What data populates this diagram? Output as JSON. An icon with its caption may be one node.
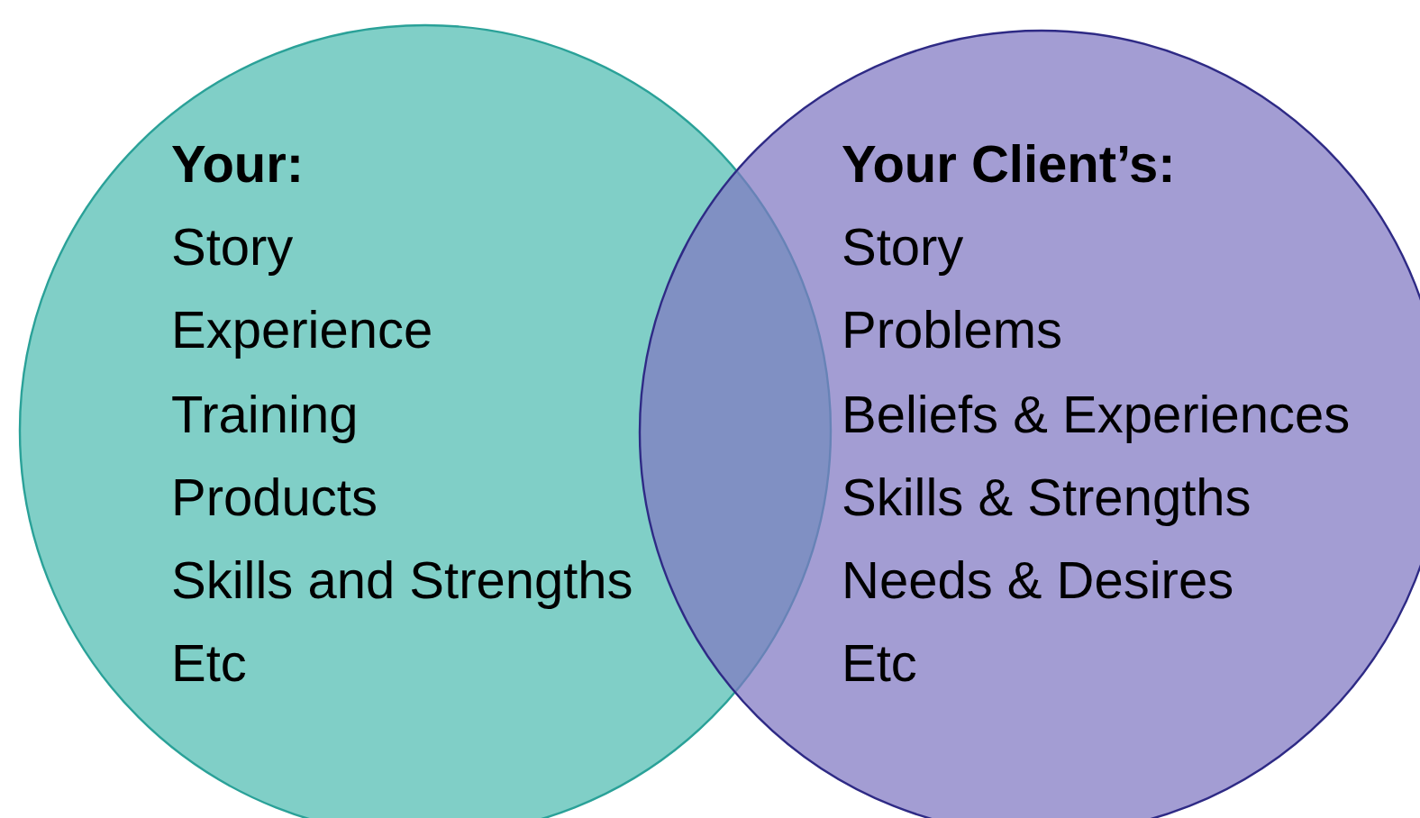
{
  "diagram": {
    "nodes": [
      {
        "text": [
          "Your:",
          "Story",
          "Experience",
          "Training",
          "Products",
          "Skills and Strengths",
          "Etc"
        ]
      },
      {
        "text": [
          "Your Client’s:",
          "Story",
          "Problems",
          "Beliefs & Experiences",
          "Skills & Strengths",
          "Needs & Desires",
          "Etc"
        ]
      }
    ],
    "edges": []
  }
}
